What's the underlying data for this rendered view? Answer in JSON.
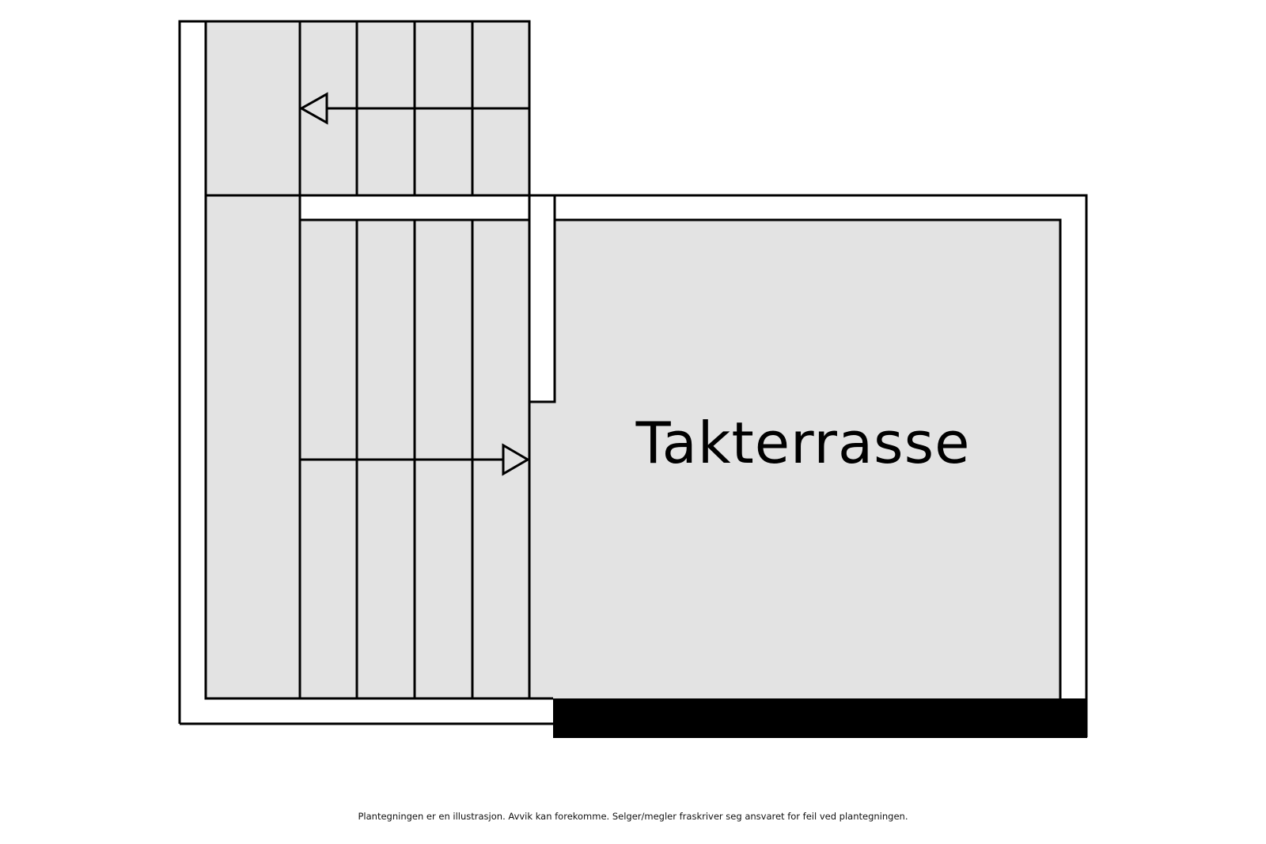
{
  "floorplan": {
    "rooms": [
      {
        "id": "takterrasse",
        "label": "Takterrasse"
      },
      {
        "id": "stairs",
        "label": ""
      }
    ],
    "stairs": {
      "direction_arrows": [
        "up-left-arrow",
        "down-right-arrow"
      ],
      "steps_per_flight": 4
    },
    "colors": {
      "floor_fill": "#e3e3e3",
      "wall_line": "#000000",
      "background": "#ffffff",
      "solid_wall": "#000000"
    }
  },
  "footer": {
    "disclaimer": "Plantegningen er en illustrasjon. Avvik kan forekomme. Selger/megler fraskriver seg ansvaret for feil ved plantegningen."
  }
}
